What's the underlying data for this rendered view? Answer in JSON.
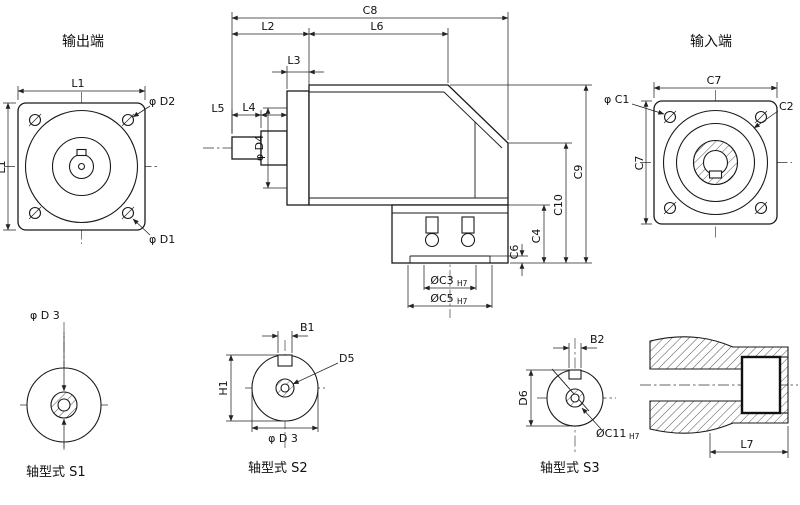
{
  "drawing": {
    "output_flange": {
      "title": "输出端",
      "dim_l1_top": "L1",
      "dim_l1_left": "L1",
      "dim_d2": "φ D2",
      "dim_d1": "φ D1"
    },
    "side_view": {
      "dim_c8": "C8",
      "dim_l2": "L2",
      "dim_l6": "L6",
      "dim_l3": "L3",
      "dim_l5": "L5",
      "dim_l4": "L4",
      "dim_d4": "φ D4",
      "dim_c9": "C9",
      "dim_c10": "C10",
      "dim_c4": "C4",
      "dim_c6": "C6",
      "dim_c3": "ØC3",
      "dim_c3_fit": "H7",
      "dim_c5": "ØC5",
      "dim_c5_fit": "H7"
    },
    "input_flange": {
      "title": "输入端",
      "dim_c7_top": "C7",
      "dim_c7_left": "C7",
      "dim_c1": "φ C1",
      "dim_c2": "C2"
    },
    "shaft_s1": {
      "title": "轴型式 S1",
      "dim_d3": "φ D 3"
    },
    "shaft_s2": {
      "title": "轴型式 S2",
      "dim_b1": "B1",
      "dim_d5": "D5",
      "dim_h1": "H1",
      "dim_d3": "φ D 3"
    },
    "shaft_s3": {
      "title": "轴型式 S3",
      "dim_b2": "B2",
      "dim_d6": "D6",
      "dim_c11": "ØC11",
      "dim_c11_fit": "H7"
    },
    "bore_section": {
      "dim_l7": "L7"
    }
  }
}
